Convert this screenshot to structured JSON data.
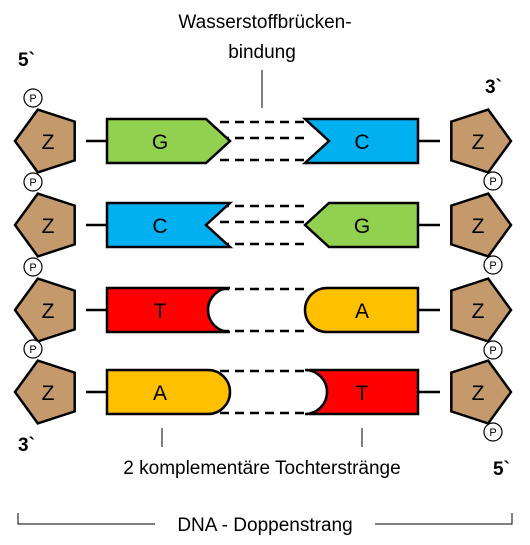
{
  "labels": {
    "hbond_line1": "Wasserstoffbrücken-",
    "hbond_line2": "bindung",
    "daughter_strands": "2 komplementäre Tochterstränge",
    "dna": "DNA - Doppenstrang",
    "left_top_end": "5`",
    "left_bottom_end": "3`",
    "right_top_end": "3`",
    "right_bottom_end": "5`"
  },
  "sugar_label": "Z",
  "phosphate_label": "P",
  "colors": {
    "sugar": "#C49A6C",
    "G": "#92D050",
    "C": "#00B0F0",
    "T": "#FF0000",
    "A": "#FFC000",
    "outline": "#000000"
  },
  "pairs": [
    {
      "left": "G",
      "right": "C"
    },
    {
      "left": "C",
      "right": "G"
    },
    {
      "left": "T",
      "right": "A"
    },
    {
      "left": "A",
      "right": "T"
    }
  ]
}
